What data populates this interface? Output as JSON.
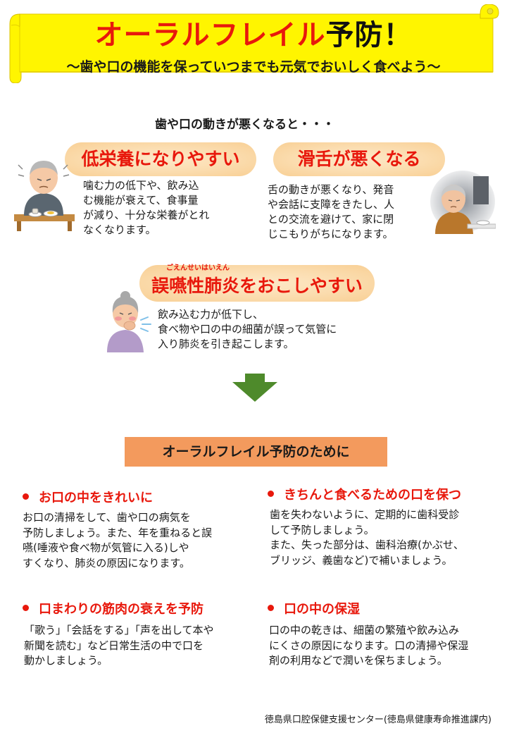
{
  "banner": {
    "title_red": "オーラルフレイル",
    "title_black": "予防！",
    "subtitle": "～歯や口の機能を保っていつまでも元気でおいしく食べよう～"
  },
  "intro": "歯や口の動きが悪くなると・・・",
  "risks": [
    {
      "heading": "低栄養になりやすい",
      "text": "噛む力の低下や、飲み込\nむ機能が衰えて、食事量\nが減り、十分な栄養がとれ\nなくなります。",
      "illustration": "elderly-man-eating-illustration"
    },
    {
      "heading": "滑舌が悪くなる",
      "text": "舌の動きが悪くなり、発音\nや会話に支障をきたし、人\nとの交流を避けて、家に閉\nじこもりがちになります。",
      "illustration": "elderly-man-at-home-illustration"
    },
    {
      "heading": "誤嚥性肺炎をおこしやすい",
      "ruby": "ごえんせいはいえん",
      "text": "飲み込む力が低下し、\n食べ物や口の中の細菌が誤って気管に\n入り肺炎を引き起こします。",
      "illustration": "elderly-woman-coughing-illustration"
    }
  ],
  "section_heading": "オーラルフレイル予防のために",
  "tips": [
    {
      "heading": "お口の中をきれいに",
      "text": "お口の清掃をして、歯や口の病気を\n予防しましょう。また、年を重ねると誤\n嚥(唾液や食べ物が気管に入る)しや\nすくなり、肺炎の原因になります。"
    },
    {
      "heading": "きちんと食べるための口を保つ",
      "text": "歯を失わないように、定期的に歯科受診\nして予防しましょう。\nまた、失った部分は、歯科治療(かぶせ、\nブリッジ、義歯など)で補いましょう。"
    },
    {
      "heading": "口まわりの筋肉の衰えを予防",
      "text": "「歌う」「会話をする」「声を出して本や\n新聞を読む」など日常生活の中で口を\n動かしましょう。"
    },
    {
      "heading": "口の中の保湿",
      "text": "口の中の乾きは、細菌の繁殖や飲み込み\nにくさの原因になります。口の清掃や保湿\n剤の利用などで潤いを保ちましょう。"
    }
  ],
  "footer": "徳島県口腔保健支援センター(徳島県健康寿命推進課内)",
  "colors": {
    "banner_yellow": "#fff500",
    "accent_red": "#e8180c",
    "pill_orange": "#fbdcae",
    "section_orange": "#f39a5d",
    "arrow_green": "#4e8a2b"
  }
}
